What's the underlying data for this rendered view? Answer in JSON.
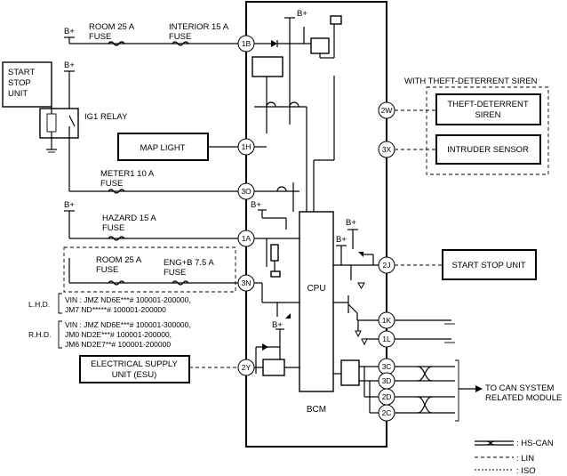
{
  "fuses": {
    "room_25a_top": "ROOM 25 A",
    "interior_15a": "INTERIOR 15 A",
    "meter1_10a": "METER1 10 A",
    "hazard_15a": "HAZARD 15 A",
    "room_25a_lower": "ROOM 25 A",
    "engb_7_5a": "ENG+B 7.5 A",
    "fuse_word": "FUSE"
  },
  "supply": {
    "bplus": "B+"
  },
  "left_components": {
    "start_stop_unit": [
      "START",
      "STOP",
      "UNIT"
    ],
    "ig1_relay": "IG1 RELAY",
    "map_light": "MAP LIGHT",
    "esu": [
      "ELECTRICAL SUPPLY",
      "UNIT (ESU)"
    ]
  },
  "variants": {
    "lhd_label": "L.H.D.",
    "lhd_lines": [
      "VIN : JMZ ND6E***# 100001-200000,",
      "JM7 ND*****# 100001-200000"
    ],
    "rhd_label": "R.H.D.",
    "rhd_lines": [
      "VIN : JMZ ND6E***# 100001-300000,",
      "JM0 ND2E***# 100001-200000,",
      "JM6 ND2E7**# 100001-200000"
    ]
  },
  "bcm": {
    "label": "BCM",
    "cpu": "CPU",
    "pins": [
      "1B",
      "1H",
      "3O",
      "1A",
      "3N",
      "2Y",
      "2W",
      "3X",
      "2J",
      "1K",
      "1L",
      "3C",
      "3D",
      "2D",
      "2C"
    ]
  },
  "right_components": {
    "theft_group_title": "WITH THEFT-DETERRENT SIREN",
    "siren": [
      "THEFT-DETERRENT",
      "SIREN"
    ],
    "intruder_sensor": "INTRUDER SENSOR",
    "start_stop_unit": "START STOP UNIT",
    "can_target": [
      "TO CAN SYSTEM",
      "RELATED MODULE"
    ]
  },
  "legend": {
    "hs_can": ": HS-CAN",
    "lin": ": LIN",
    "iso": ": ISO"
  }
}
